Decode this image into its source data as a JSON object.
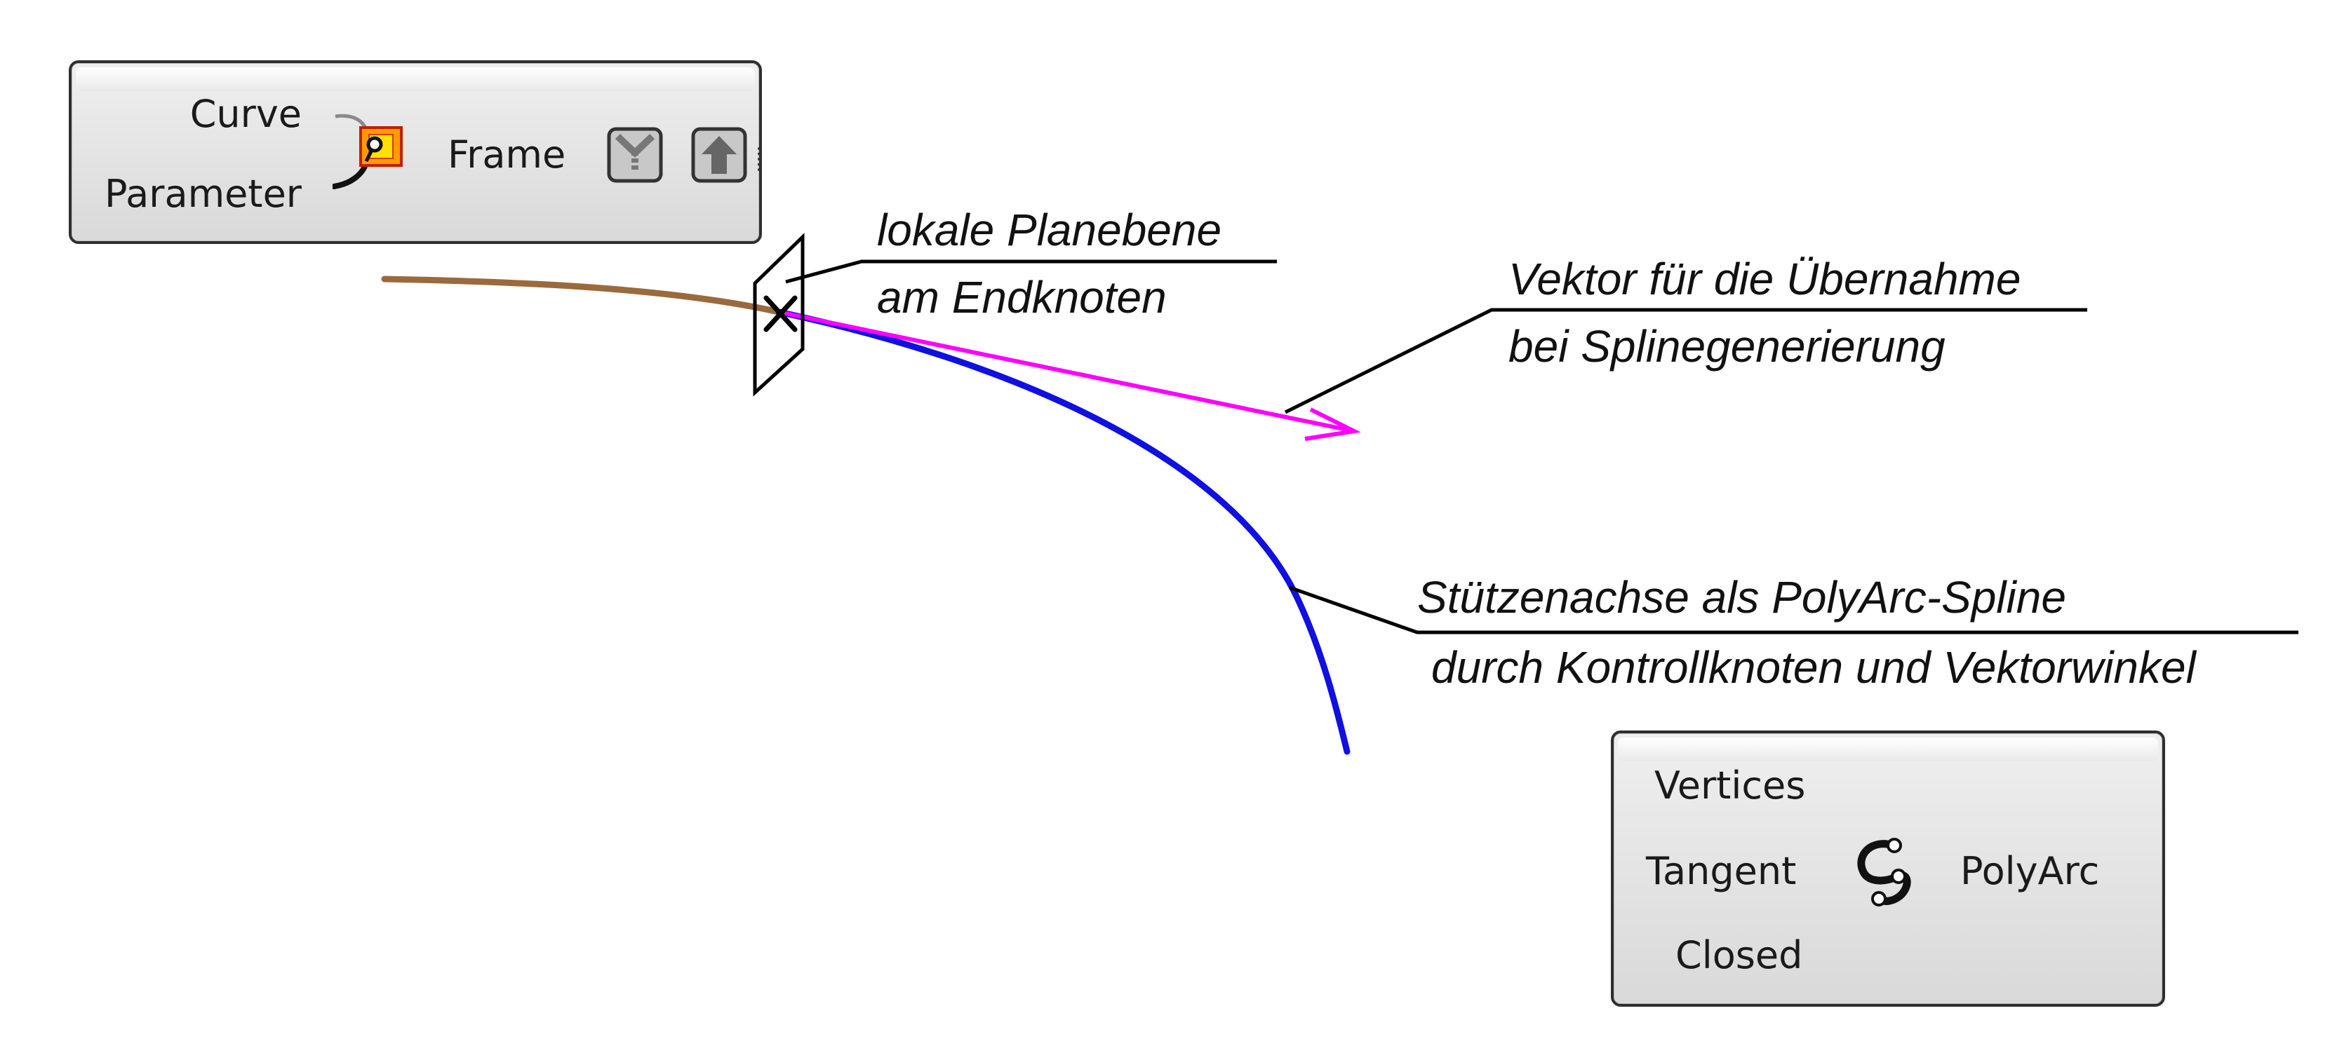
{
  "frame_node": {
    "inputs": [
      "Curve",
      "Parameter"
    ],
    "output": "Frame"
  },
  "polyarc_node": {
    "inputs": [
      "Vertices",
      "Tangent",
      "Closed"
    ],
    "output": "PolyArc"
  },
  "annotations": {
    "plane": [
      "lokale Planebene",
      "am Endknoten"
    ],
    "vector": [
      "Vektor für die Übernahme",
      "bei Splinegenerierung"
    ],
    "spline": [
      "Stützenachse als PolyArc-Spline",
      "durch Kontrollknoten und Vektorwinkel"
    ]
  },
  "colors": {
    "input_curve": "#9a6a3c",
    "vector": "#ff00ff",
    "spline": "#1010e0",
    "leader": "#000000"
  }
}
